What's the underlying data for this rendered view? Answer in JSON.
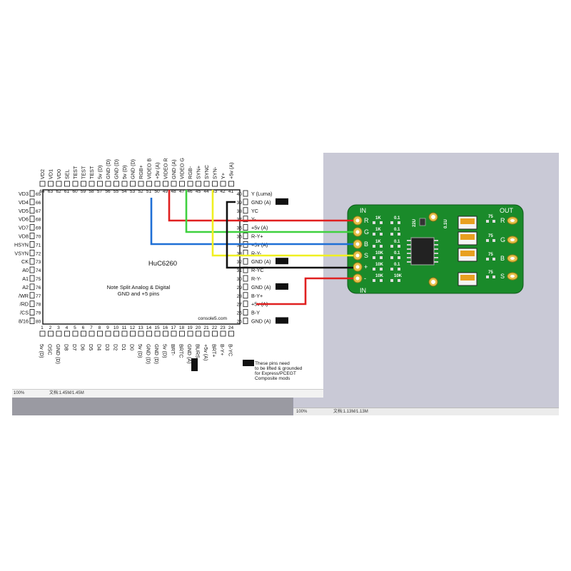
{
  "chip": {
    "name": "HuC6260",
    "note_line1": "Note Split Analog & Digital",
    "note_line2": "GND and +5 pins",
    "credit": "console5.com"
  },
  "pins_left": [
    {
      "name": "VD3",
      "num": "65"
    },
    {
      "name": "VD4",
      "num": "66"
    },
    {
      "name": "VD5",
      "num": "67"
    },
    {
      "name": "VD6",
      "num": "68"
    },
    {
      "name": "VD7",
      "num": "69"
    },
    {
      "name": "VD8",
      "num": "70"
    },
    {
      "name": "HSYN",
      "num": "71"
    },
    {
      "name": "VSYN",
      "num": "72"
    },
    {
      "name": "CK",
      "num": "73"
    },
    {
      "name": "A0",
      "num": "74"
    },
    {
      "name": "A1",
      "num": "75"
    },
    {
      "name": "A2",
      "num": "76"
    },
    {
      "name": "/WR",
      "num": "77"
    },
    {
      "name": "/RD",
      "num": "78"
    },
    {
      "name": "/CS",
      "num": "79"
    },
    {
      "name": "8/16",
      "num": "80"
    }
  ],
  "pins_right": [
    {
      "name": "Y (Luma)",
      "num": "40"
    },
    {
      "name": "GND (A)",
      "num": "39"
    },
    {
      "name": "YC",
      "num": "38"
    },
    {
      "name": "Y-",
      "num": "37"
    },
    {
      "name": "+5v (A)",
      "num": "36"
    },
    {
      "name": "R-Y+",
      "num": "35"
    },
    {
      "name": "+5v (A)",
      "num": "34"
    },
    {
      "name": "R-Y-",
      "num": "33"
    },
    {
      "name": "GND (A)",
      "num": "32"
    },
    {
      "name": "R-YC",
      "num": "31"
    },
    {
      "name": "R-Y-",
      "num": "30"
    },
    {
      "name": "GND (A)",
      "num": "29"
    },
    {
      "name": "B-Y+",
      "num": "28"
    },
    {
      "name": "+5v (A)",
      "num": "27"
    },
    {
      "name": "B-Y",
      "num": "26"
    },
    {
      "name": "GND (A)",
      "num": "25"
    }
  ],
  "pins_top": [
    {
      "name": "VD2",
      "num": "64"
    },
    {
      "name": "VD1",
      "num": "63"
    },
    {
      "name": "VD0",
      "num": "62"
    },
    {
      "name": "SEL",
      "num": "61"
    },
    {
      "name": "TEST",
      "num": "60"
    },
    {
      "name": "TEST",
      "num": "59"
    },
    {
      "name": "TEST",
      "num": "58"
    },
    {
      "name": "5v (D)",
      "num": "57"
    },
    {
      "name": "GND (D)",
      "num": "56"
    },
    {
      "name": "GND (D)",
      "num": "55"
    },
    {
      "name": "5v (D)",
      "num": "54"
    },
    {
      "name": "GND (D)",
      "num": "53"
    },
    {
      "name": "RGB+",
      "num": "52"
    },
    {
      "name": "VIDEO B",
      "num": "51"
    },
    {
      "name": "+5v (A)",
      "num": "50"
    },
    {
      "name": "VIDEO R",
      "num": "49"
    },
    {
      "name": "GND (A)",
      "num": "48"
    },
    {
      "name": "VIDEO G",
      "num": "47"
    },
    {
      "name": "RGB-",
      "num": "46"
    },
    {
      "name": "SYN+",
      "num": "45"
    },
    {
      "name": "SYNC",
      "num": "44"
    },
    {
      "name": "SYN-",
      "num": "43"
    },
    {
      "name": "Y+",
      "num": "42"
    },
    {
      "name": "+5v (A)",
      "num": "41"
    }
  ],
  "pins_bottom": [
    {
      "name": "5v (D)",
      "num": "1"
    },
    {
      "name": "OSC",
      "num": "2"
    },
    {
      "name": "GND (D)",
      "num": "3"
    },
    {
      "name": "D8",
      "num": "4"
    },
    {
      "name": "D7",
      "num": "5"
    },
    {
      "name": "D6",
      "num": "6"
    },
    {
      "name": "D5",
      "num": "7"
    },
    {
      "name": "D4",
      "num": "8"
    },
    {
      "name": "D3",
      "num": "9"
    },
    {
      "name": "D2",
      "num": "10"
    },
    {
      "name": "D1",
      "num": "11"
    },
    {
      "name": "D0",
      "num": "12"
    },
    {
      "name": "5v (D)",
      "num": "13"
    },
    {
      "name": "GND (D)",
      "num": "14"
    },
    {
      "name": "GND (D)",
      "num": "15"
    },
    {
      "name": "5v (D)",
      "num": "16"
    },
    {
      "name": "BRT-",
      "num": "17"
    },
    {
      "name": "BRTC",
      "num": "18"
    },
    {
      "name": "GND (A)",
      "num": "19"
    },
    {
      "name": "BURS",
      "num": "20"
    },
    {
      "name": "+5v (A)",
      "num": "21"
    },
    {
      "name": "BRT+",
      "num": "22"
    },
    {
      "name": "B-Y+",
      "num": "23"
    },
    {
      "name": "B-YC",
      "num": "24"
    }
  ],
  "legend": {
    "line1": "These pins need",
    "line2": "to be lifted & grounded",
    "line3": "for Express/PCEGT",
    "line4": "Composite mods"
  },
  "pcb": {
    "in_top": "IN",
    "in_bottom": "IN",
    "out": "OUT",
    "inputs": [
      "R",
      "G",
      "B",
      "S",
      "+",
      "-"
    ],
    "outputs": [
      "R",
      "G",
      "B",
      "S"
    ],
    "resistor_labels": [
      "1K",
      "1K",
      "1K",
      "10K",
      "10K",
      "10K"
    ],
    "cap_labels": [
      "0.1",
      "0.1",
      "0.1",
      "0.1",
      "0.1",
      "10K"
    ],
    "out_res": [
      "75",
      "75",
      "75",
      "75"
    ],
    "cap_22u": "22U",
    "cap_01u": "0.1U"
  },
  "colors": {
    "red": "#e02020",
    "green": "#3fd13f",
    "blue": "#1f6fd6",
    "yellow": "#f0f020",
    "black": "#111111",
    "pcb": "#1a8a2a"
  },
  "status_left": {
    "zoom": "100%",
    "doc": "文档:1.45M/1.45M"
  },
  "status_right": {
    "zoom": "100%",
    "doc": "文档:1.13M/1.13M"
  }
}
